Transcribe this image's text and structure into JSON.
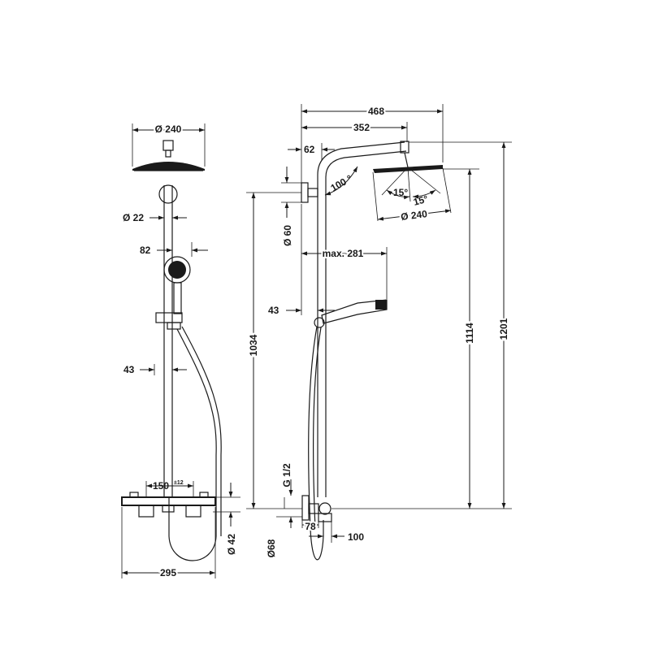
{
  "front_view": {
    "head_diameter": "Ø 240",
    "pipe_diameter": "Ø 22",
    "hand_shower_offset": "82",
    "holder_offset": "43",
    "mixer_spacing": "150",
    "mixer_spacing_tolerance": "±12",
    "mixer_body_diameter": "Ø 42",
    "mixer_width": "295"
  },
  "side_view": {
    "overall_reach": "468",
    "head_reach": "352",
    "arm_offset": "62",
    "swivel_angle": "100 °",
    "tilt_left": "15°",
    "tilt_right": "15°",
    "head_diameter": "Ø 240",
    "bracket_diameter": "Ø 60",
    "hand_reach": "max. 281",
    "holder_offset": "43",
    "rail_height": "1034",
    "head_height_low": "1114",
    "head_height_high": "1201",
    "inlet_thread": "G 1/2",
    "inlet_diameter": "Ø68",
    "inlet_offset": "78",
    "wall_projection": "100"
  },
  "colors": {
    "line": "#1a1a1a",
    "background": "#ffffff"
  }
}
